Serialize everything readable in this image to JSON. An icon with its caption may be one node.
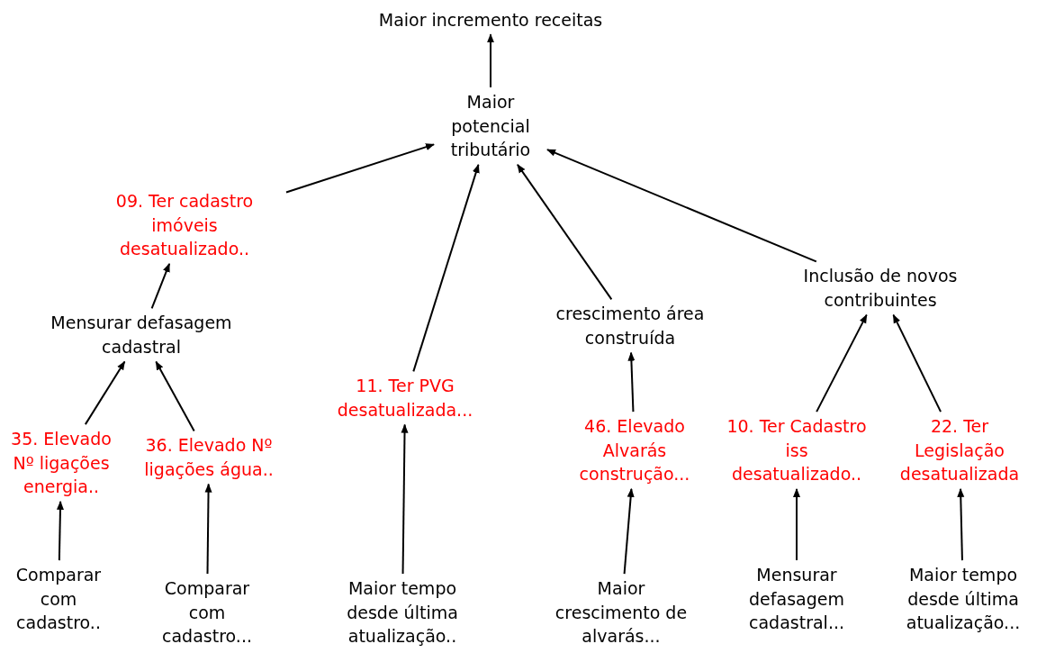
{
  "diagram": {
    "nodes": [
      {
        "text": [
          "Maior incremento receitas"
        ]
      },
      {
        "text": [
          "Maior potencial tributário"
        ]
      },
      {
        "text": [
          "09. Ter cadastro imóveis desatualizado.."
        ]
      },
      {
        "text": [
          "Inclusão de novos contribuintes"
        ]
      },
      {
        "text": [
          "Mensurar defasagem cadastral"
        ]
      },
      {
        "text": [
          "crescimento área construída"
        ]
      },
      {
        "text": [
          "11. Ter PVG desatualizada..."
        ]
      },
      {
        "text": [
          "35. Elevado Nº ligações energia.."
        ]
      },
      {
        "text": [
          "36. Elevado Nº ligações água.."
        ]
      },
      {
        "text": [
          "46. Elevado Alvarás construção..."
        ]
      },
      {
        "text": [
          "10. Ter Cadastro iss desatualizado.."
        ]
      },
      {
        "text": [
          "22. Ter Legislação desatualizada"
        ]
      },
      {
        "text": [
          "Comparar com cadastro.."
        ]
      },
      {
        "text": [
          "Comparar com cadastro..."
        ]
      },
      {
        "text": [
          "Maior tempo desde última atualização.."
        ]
      },
      {
        "text": [
          "Maior crescimento de alvarás..."
        ]
      },
      {
        "text": [
          "Mensurar defasagem cadastral..."
        ]
      },
      {
        "text": [
          "Maior tempo desde última atualização..."
        ]
      }
    ],
    "edges": [
      {
        "from": 1,
        "to": 0,
        "arrow": "to"
      },
      {
        "from": 2,
        "to": 1,
        "arrow": "to"
      },
      {
        "from": 6,
        "to": 1,
        "arrow": "to"
      },
      {
        "from": 5,
        "to": 1,
        "arrow": "to"
      },
      {
        "from": 3,
        "to": 1,
        "arrow": "to"
      },
      {
        "from": 4,
        "to": 2,
        "arrow": "to"
      },
      {
        "from": 7,
        "to": 4,
        "arrow": "to"
      },
      {
        "from": 8,
        "to": 4,
        "arrow": "to"
      },
      {
        "from": 12,
        "to": 7,
        "arrow": "to"
      },
      {
        "from": 13,
        "to": 8,
        "arrow": "to"
      },
      {
        "from": 14,
        "to": 6,
        "arrow": "to"
      },
      {
        "from": 9,
        "to": 5,
        "arrow": "to"
      },
      {
        "from": 15,
        "to": 9,
        "arrow": "to"
      },
      {
        "from": 10,
        "to": 3,
        "arrow": "to"
      },
      {
        "from": 11,
        "to": 3,
        "arrow": "to"
      },
      {
        "from": 16,
        "to": 10,
        "arrow": "to"
      },
      {
        "from": 17,
        "to": 11,
        "arrow": "to"
      }
    ]
  }
}
